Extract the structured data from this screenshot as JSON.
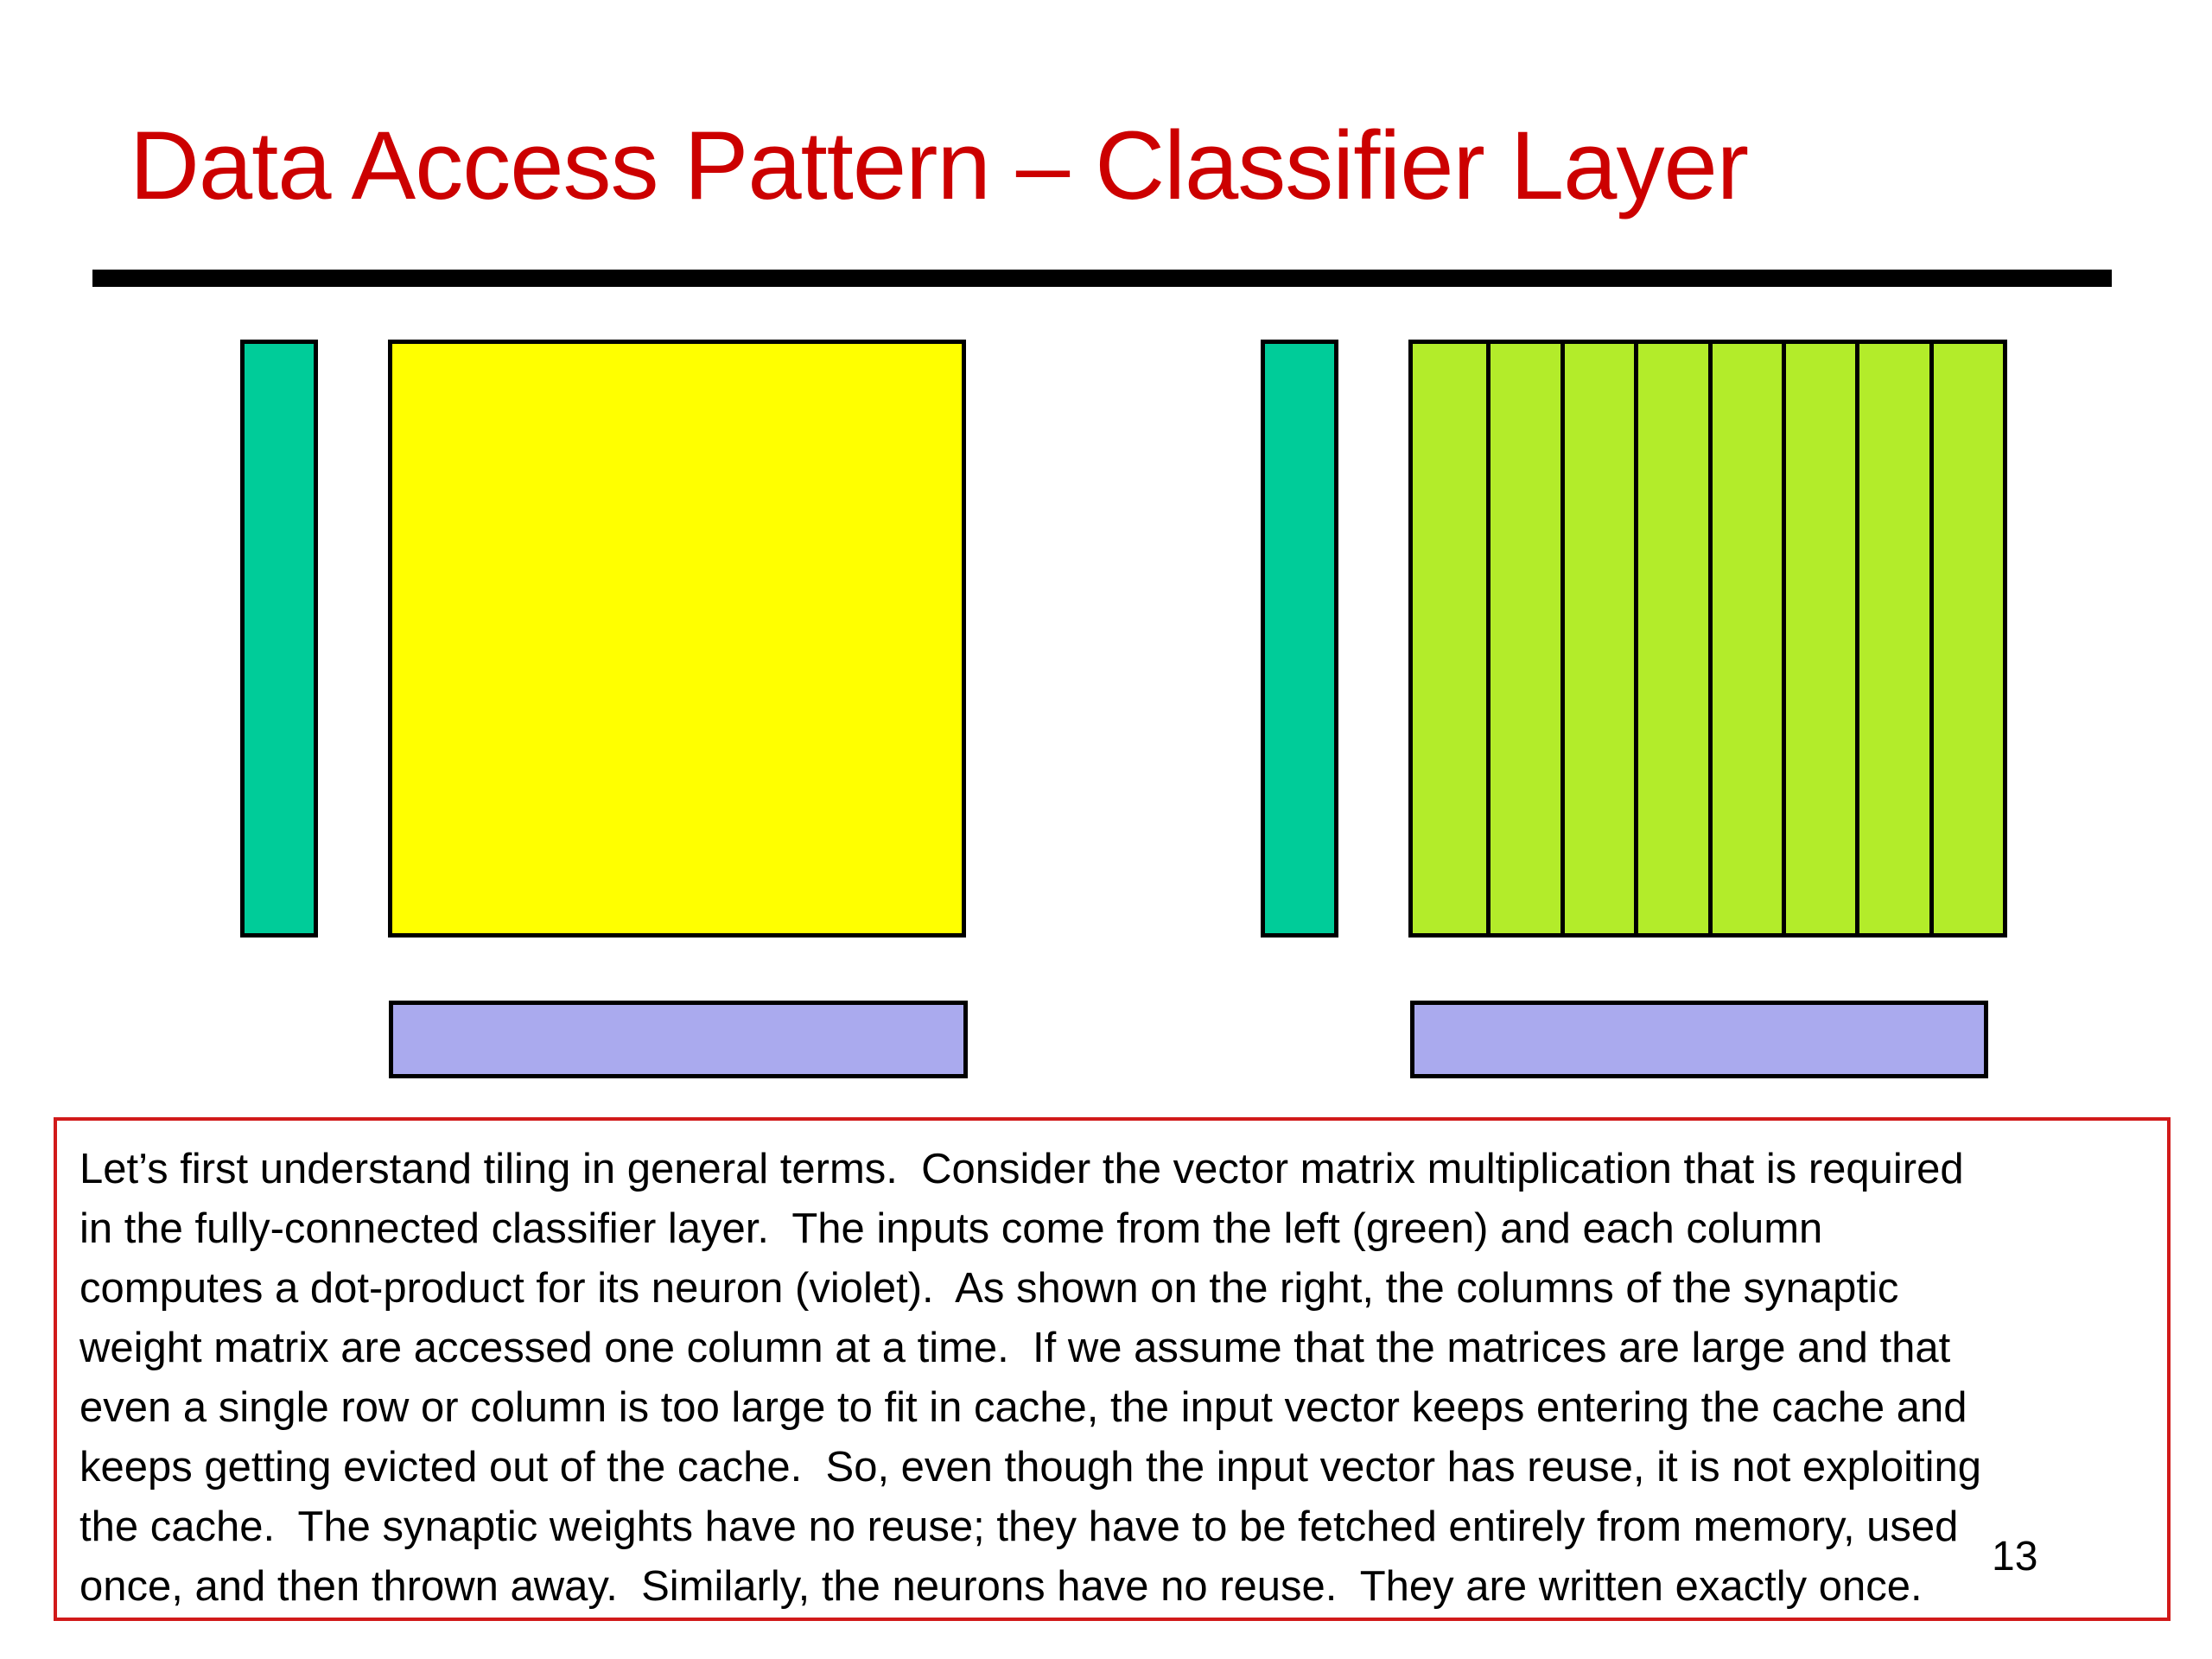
{
  "slide": {
    "title": "Data Access Pattern – Classifier Layer",
    "title_color": "#cc0000",
    "body": "Let’s first understand tiling in general terms.  Consider the vector matrix multiplication that is required\nin the fully-connected classifier layer.  The inputs come from the left (green) and each column\ncomputes a dot-product for its neuron (violet).  As shown on the right, the columns of the synaptic\nweight matrix are accessed one column at a time.  If we assume that the matrices are large and that\neven a single row or column is too large to fit in cache, the input vector keeps entering the cache and\nkeeps getting evicted out of the cache.  So, even though the input vector has reuse, it is not exploiting\nthe cache.  The synaptic weights have no reuse; they have to be fetched entirely from memory, used\nonce, and then thrown away.  Similarly, the neurons have no reuse.  They are written exactly once.",
    "page_number": "13"
  },
  "diagram": {
    "input_color": "#00cc99",
    "weights_color": "#ffff00",
    "weights_columns_color": "#b3ec2a",
    "neurons_color": "#aaaaee",
    "right_weight_columns": 8
  }
}
